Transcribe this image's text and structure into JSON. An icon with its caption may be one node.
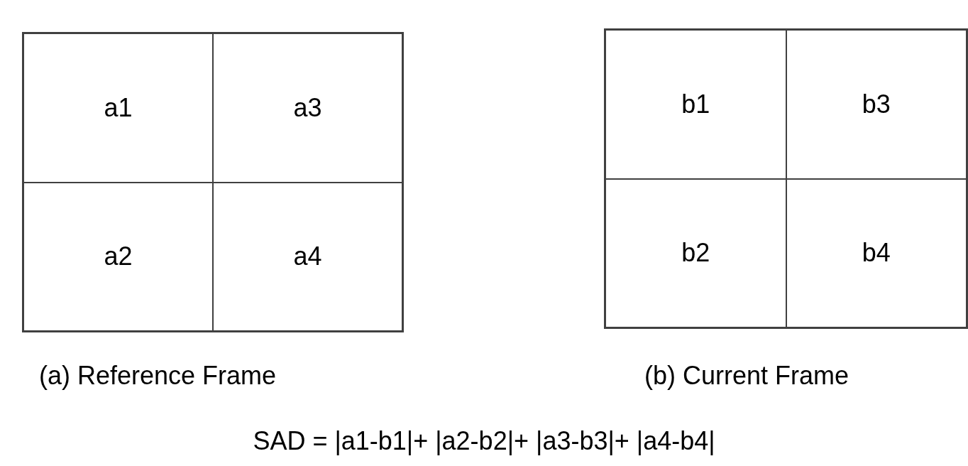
{
  "diagram": {
    "caption": "SAD = |a1-b1|+ |a2-b2|+ |a3-b3|+ |a4-b4|",
    "nodes": [
      {
        "text": [],
        "shape": "box",
        "beside": [
          "(a) Reference Frame"
        ]
      },
      {
        "text": [
          "a1"
        ],
        "in": 0
      },
      {
        "text": [
          "a3"
        ],
        "in": 0
      },
      {
        "text": [
          "a2"
        ],
        "in": 0
      },
      {
        "text": [
          "a4"
        ],
        "in": 0
      },
      {
        "text": [],
        "shape": "box",
        "beside": [
          "(b) Current Frame"
        ]
      },
      {
        "text": [
          "b1"
        ],
        "in": 5
      },
      {
        "text": [
          "b3"
        ],
        "in": 5
      },
      {
        "text": [
          "b2"
        ],
        "in": 5
      },
      {
        "text": [
          "b4"
        ],
        "in": 5
      }
    ]
  }
}
